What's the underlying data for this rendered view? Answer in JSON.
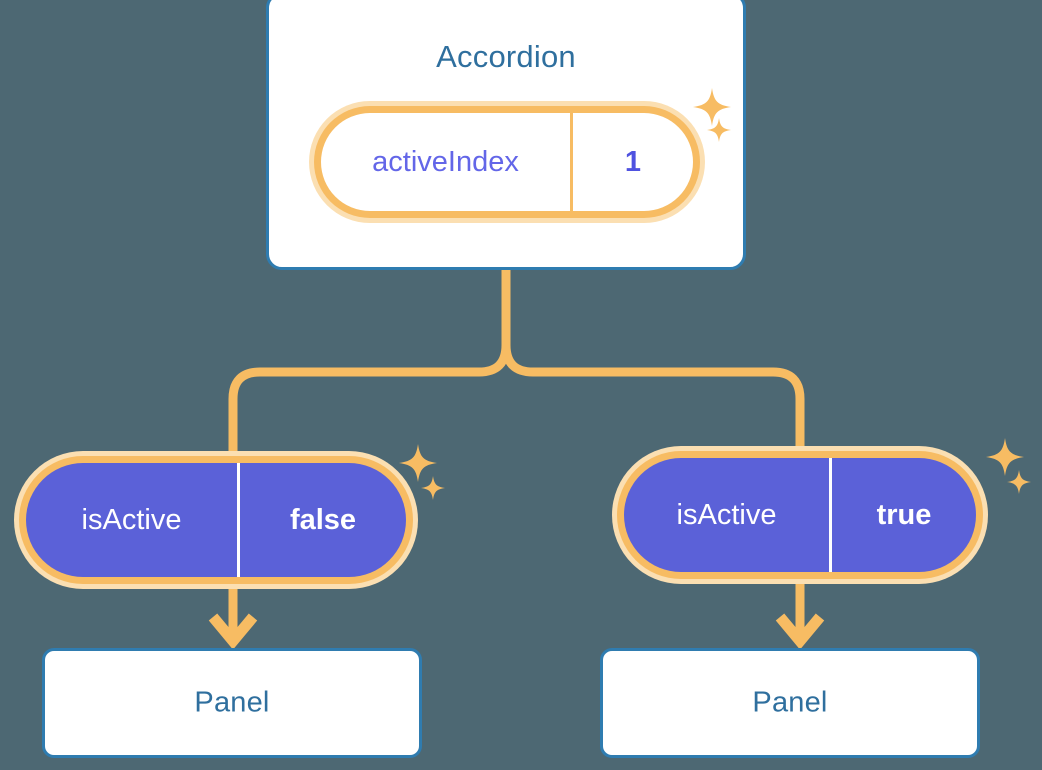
{
  "background_color": "#4d6873",
  "palette": {
    "card_border": "#2f7cb0",
    "card_title": "#2f6f9e",
    "accent_orange": "#f7bc63",
    "accent_orange_halo": "#fbdfb2",
    "state_purple": "#5b61d8",
    "state_purple_text": "#6366e8",
    "white": "#ffffff"
  },
  "tree": {
    "root": {
      "title": "Accordion",
      "state": {
        "key": "activeIndex",
        "value": "1"
      },
      "sparkles": [
        "sparkle-icon",
        "sparkle-icon"
      ]
    },
    "children": [
      {
        "state": {
          "key": "isActive",
          "value": "false"
        },
        "arrow": "arrow-down-icon",
        "panel": {
          "title": "Panel"
        },
        "sparkles": [
          "sparkle-icon",
          "sparkle-icon"
        ]
      },
      {
        "state": {
          "key": "isActive",
          "value": "true"
        },
        "arrow": "arrow-down-icon",
        "panel": {
          "title": "Panel"
        },
        "sparkles": [
          "sparkle-icon",
          "sparkle-icon"
        ]
      }
    ]
  }
}
